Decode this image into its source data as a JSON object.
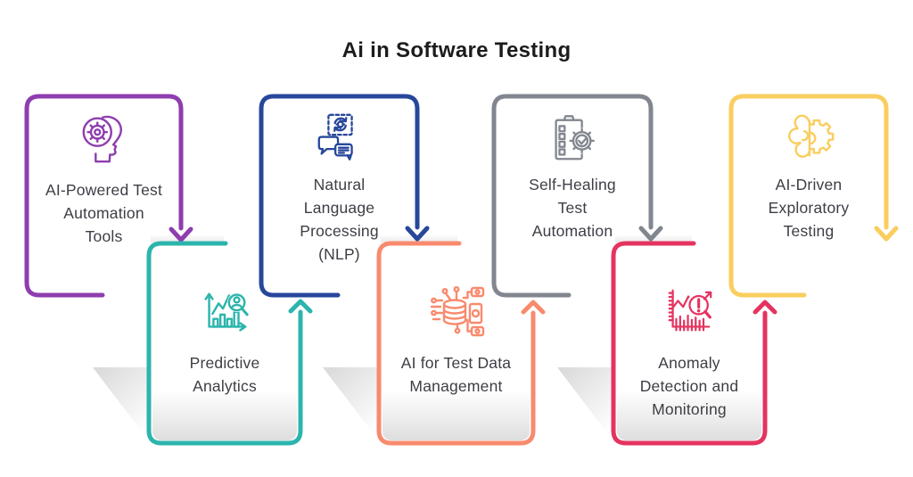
{
  "title": {
    "text": "Ai in Software Testing"
  },
  "colors": {
    "background": "#ffffff",
    "text": "#3e3d45",
    "title": "#1c1c1e"
  },
  "cards": [
    {
      "label": "AI-Powered Test\nAutomation\nTools",
      "color": "#8E3EAE",
      "icon": "head-gear-icon",
      "row": "top",
      "arrow": "down"
    },
    {
      "label": "Predictive\nAnalytics",
      "color": "#2BB5AC",
      "icon": "chart-magnifier-icon",
      "row": "bottom",
      "arrow": "up"
    },
    {
      "label": "Natural\nLanguage\nProcessing\n(NLP)",
      "color": "#27479B",
      "icon": "chat-processing-icon",
      "row": "top",
      "arrow": "down"
    },
    {
      "label": "AI for Test Data\nManagement",
      "color": "#F88A6D",
      "icon": "database-circuit-icon",
      "row": "bottom",
      "arrow": "up"
    },
    {
      "label": "Self-Healing\nTest\nAutomation",
      "color": "#82868F",
      "icon": "checklist-gear-icon",
      "row": "top",
      "arrow": "down"
    },
    {
      "label": "Anomaly\nDetection and\nMonitoring",
      "color": "#E53360",
      "icon": "anomaly-magnifier-icon",
      "row": "bottom",
      "arrow": "up"
    },
    {
      "label": "AI-Driven\nExploratory\nTesting",
      "color": "#F9CE5F",
      "icon": "brain-gear-icon",
      "row": "top",
      "arrow": "down"
    }
  ]
}
